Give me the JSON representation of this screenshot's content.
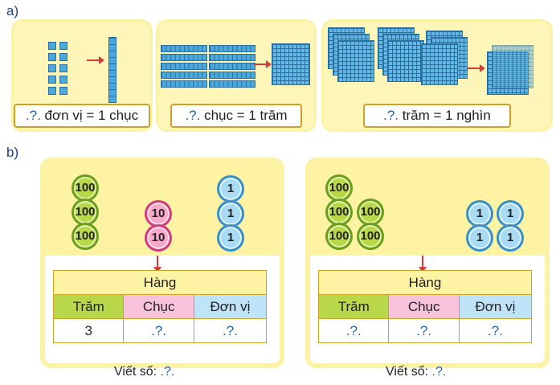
{
  "labels": {
    "a": "a)",
    "b": "b)"
  },
  "part_a": {
    "captions": [
      {
        "q": ".?.",
        "text": " đơn vị = 1 chục"
      },
      {
        "q": ".?.",
        "text": " chục = 1 trăm"
      },
      {
        "q": ".?.",
        "text": " trăm = 1 nghìn"
      }
    ]
  },
  "part_b": {
    "left": {
      "chips": {
        "hundreds": [
          "100",
          "100",
          "100"
        ],
        "tens": [
          "10",
          "10"
        ],
        "ones": [
          "1",
          "1",
          "1"
        ]
      },
      "table": {
        "header": "Hàng",
        "cols": [
          "Trăm",
          "Chục",
          "Đơn vị"
        ],
        "values": [
          "3",
          ".?.",
          ".?."
        ]
      },
      "write": {
        "label": "Viết số: ",
        "value": ".?."
      }
    },
    "right": {
      "chips": {
        "hundreds": [
          "100",
          "100",
          "100",
          "100",
          "100"
        ],
        "ones": [
          "1",
          "1",
          "1",
          "1"
        ]
      },
      "table": {
        "header": "Hàng",
        "cols": [
          "Trăm",
          "Chục",
          "Đơn vị"
        ],
        "values": [
          ".?.",
          ".?.",
          ".?."
        ]
      },
      "write": {
        "label": "Viết số: ",
        "value": ".?."
      }
    }
  },
  "colors": {
    "hundreds": "#b8d84a",
    "tens": "#f7a9c9",
    "ones": "#a9dbf5",
    "panel": "#fdf3a2",
    "arrow": "#d63a3a"
  }
}
